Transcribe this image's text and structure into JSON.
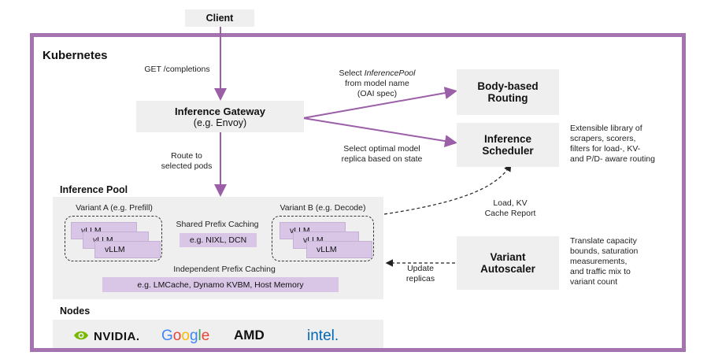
{
  "client": "Client",
  "kubernetes": "Kubernetes",
  "get_completions": "GET /completions",
  "gateway": {
    "title": "Inference Gateway",
    "subtitle": "(e.g. Envoy)"
  },
  "select_pool": {
    "pre": "Select ",
    "italic": "InferencePool",
    "line2": "from model name",
    "line3": "(OAI spec)"
  },
  "body_routing": {
    "line1": "Body-based",
    "line2": "Routing"
  },
  "scheduler": {
    "line1": "Inference",
    "line2": "Scheduler"
  },
  "scheduler_note": [
    "Extensible library of",
    "scrapers, scorers,",
    "filters for load-, KV-",
    "and P/D- aware routing"
  ],
  "select_replica": [
    "Select optimal model",
    "replica based on state"
  ],
  "route_to": [
    "Route to",
    "selected pods"
  ],
  "inference_pool": "Inference Pool",
  "variant_a": "Variant A (e.g. Prefill)",
  "variant_b": "Variant B (e.g. Decode)",
  "vllm": "vLLM",
  "shared_prefix": "Shared Prefix Caching",
  "shared_example": "e.g. NIXL, DCN",
  "independent_prefix": "Independent Prefix Caching",
  "independent_example": "e.g. LMCache, Dynamo KVBM, Host Memory",
  "load_kv": [
    "Load, KV",
    "Cache Report"
  ],
  "update_replicas": [
    "Update",
    "replicas"
  ],
  "autoscaler": {
    "line1": "Variant",
    "line2": "Autoscaler"
  },
  "autoscaler_note": [
    "Translate capacity",
    "bounds, saturation",
    "measurements,",
    "and traffic mix to",
    "variant count"
  ],
  "nodes": "Nodes",
  "logos": {
    "nvidia": "NVIDIA.",
    "google": "Google",
    "amd": "AMD",
    "intel": "intel."
  },
  "colors": {
    "border": "#a573b0",
    "arrow": "#9b5fa8",
    "box": "#efefef",
    "vllm": "#d9c6e6"
  }
}
